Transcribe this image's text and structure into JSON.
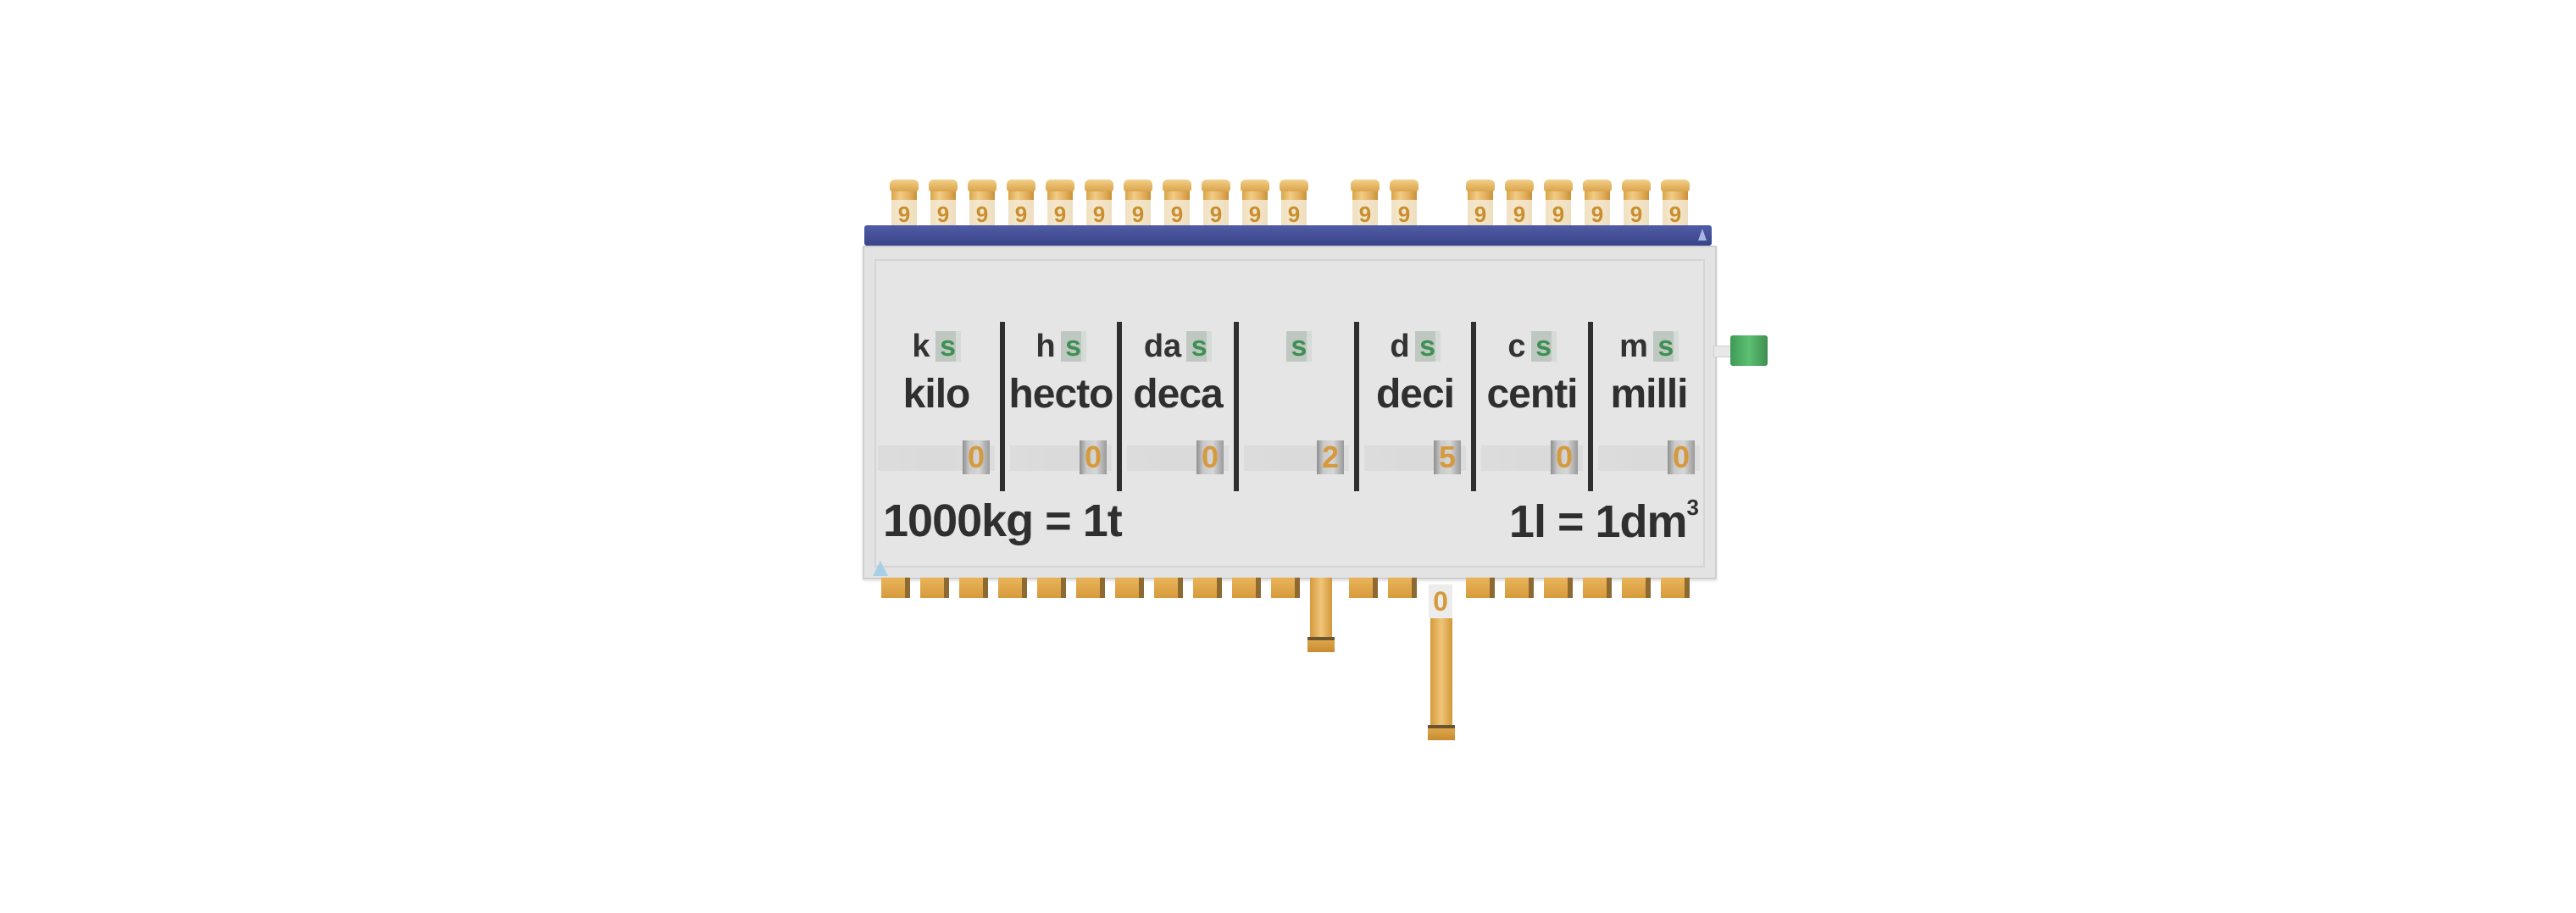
{
  "abacus": {
    "top_rods": [
      {
        "label": "9"
      },
      {
        "label": "9"
      },
      {
        "label": "9"
      },
      {
        "label": "9"
      },
      {
        "label": "9"
      },
      {
        "label": "9"
      },
      {
        "label": "9"
      },
      {
        "label": "9"
      },
      {
        "label": "9"
      },
      {
        "label": "9"
      },
      {
        "label": "9"
      },
      {
        "label": "9"
      },
      {
        "label": "9"
      },
      {
        "label": "9"
      },
      {
        "label": "9"
      },
      {
        "label": "9"
      },
      {
        "label": "9"
      },
      {
        "label": "9"
      },
      {
        "label": "9"
      }
    ],
    "columns": [
      {
        "prefix_symbol": "k",
        "unit_symbol": "s",
        "prefix_name": "kilo",
        "digit": "0"
      },
      {
        "prefix_symbol": "h",
        "unit_symbol": "s",
        "prefix_name": "hecto",
        "digit": "0"
      },
      {
        "prefix_symbol": "da",
        "unit_symbol": "s",
        "prefix_name": "deca",
        "digit": "0"
      },
      {
        "prefix_symbol": "",
        "unit_symbol": "s",
        "prefix_name": "",
        "digit": "2"
      },
      {
        "prefix_symbol": "d",
        "unit_symbol": "s",
        "prefix_name": "deci",
        "digit": "5"
      },
      {
        "prefix_symbol": "c",
        "unit_symbol": "s",
        "prefix_name": "centi",
        "digit": "0"
      },
      {
        "prefix_symbol": "m",
        "unit_symbol": "s",
        "prefix_name": "milli",
        "digit": "0"
      }
    ],
    "equation_left": "1000kg = 1t",
    "equation_right_base": "1l = 1dm",
    "equation_right_exponent": "3",
    "pull_rod_digit": "0"
  },
  "colors": {
    "rod": "#e2ad57",
    "blue_bar": "#414c93",
    "panel": "#e3e3e3",
    "unit_green": "#3f8f55",
    "digit_orange": "#d59a3e",
    "knob_green": "#4aa862"
  }
}
